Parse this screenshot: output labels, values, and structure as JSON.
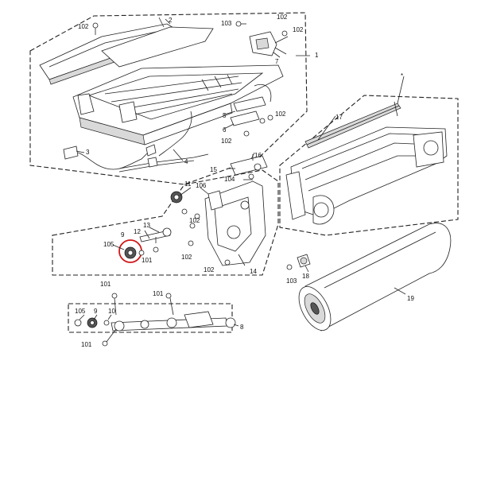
{
  "labels": {
    "l1": "1",
    "l2": "2",
    "l3": "3",
    "l4": "4",
    "l5": "5",
    "l6": "6",
    "l7": "7",
    "l8": "8",
    "l9a": "9",
    "l9b": "9",
    "l10": "10",
    "l11": "11",
    "l12": "12",
    "l13": "13",
    "l14": "14",
    "l15": "15",
    "l16": "16",
    "l17": "17",
    "l18": "18",
    "l19": "19",
    "l101a": "101",
    "l101b": "101",
    "l101c": "101",
    "l101d": "101",
    "l102a": "102",
    "l102b": "102",
    "l102c": "102",
    "l102d": "102",
    "l102e": "102",
    "l102f": "102",
    "l102g": "102",
    "l102h": "102",
    "l103a": "103",
    "l103b": "103",
    "l104": "104",
    "l105a": "105",
    "l105b": "105",
    "l106": "106",
    "star": "*"
  },
  "colors": {
    "highlight": "#d01818",
    "line": "#222222",
    "fill": "#ffffff",
    "shade": "#d9d9d9"
  }
}
